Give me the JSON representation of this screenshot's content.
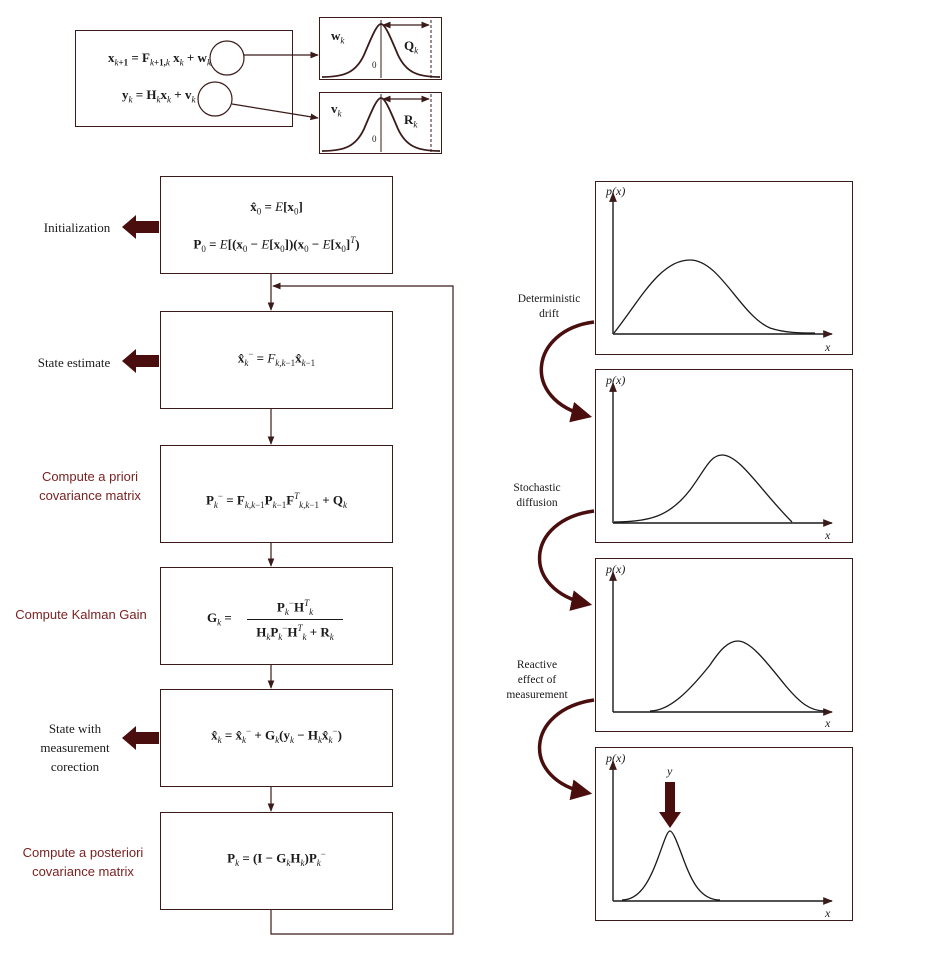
{
  "model": {
    "process_eq": "x_{k+1} = F_{k+1,k} x_k + w_k",
    "measurement_eq": "y_k = H_k x_k + v_k",
    "process_noise": {
      "name": "w_k",
      "variance": "Q_k",
      "zero": "0"
    },
    "measurement_noise": {
      "name": "v_k",
      "variance": "R_k",
      "zero": "0"
    }
  },
  "flow": {
    "steps": [
      {
        "label": "Initialization",
        "style": "serif",
        "has_arrow": true
      },
      {
        "label": "State estimate",
        "style": "serif",
        "has_arrow": true
      },
      {
        "label": "Compute a priori covariance matrix",
        "style": "sans",
        "has_arrow": false
      },
      {
        "label": "Compute Kalman Gain",
        "style": "sans",
        "has_arrow": false
      },
      {
        "label": "State with measurement corection",
        "style": "serif",
        "has_arrow": true
      },
      {
        "label": "Compute a posteriori covariance matrix",
        "style": "sans",
        "has_arrow": false
      }
    ]
  },
  "labels": {
    "init": "Initialization",
    "state_estimate": "State estimate",
    "apriori_1": "Compute a priori",
    "apriori_2": "covariance matrix",
    "gain": "Compute Kalman Gain",
    "correction_1": "State with",
    "correction_2": "measurement",
    "correction_3": "corection",
    "aposteriori_1": "Compute a posteriori",
    "aposteriori_2": "covariance matrix"
  },
  "density": {
    "ylabel": "p(x)",
    "xlabel": "x",
    "measurement_marker": "y",
    "transitions": [
      [
        "Deterministic",
        "drift"
      ],
      [
        "Stochastic",
        "diffusion"
      ],
      [
        "Reactive",
        "effect of",
        "measurement"
      ]
    ]
  },
  "colors": {
    "line": "#3b1a1a",
    "arrow": "#4a0e0e",
    "sans_label": "#7a1f1f"
  }
}
